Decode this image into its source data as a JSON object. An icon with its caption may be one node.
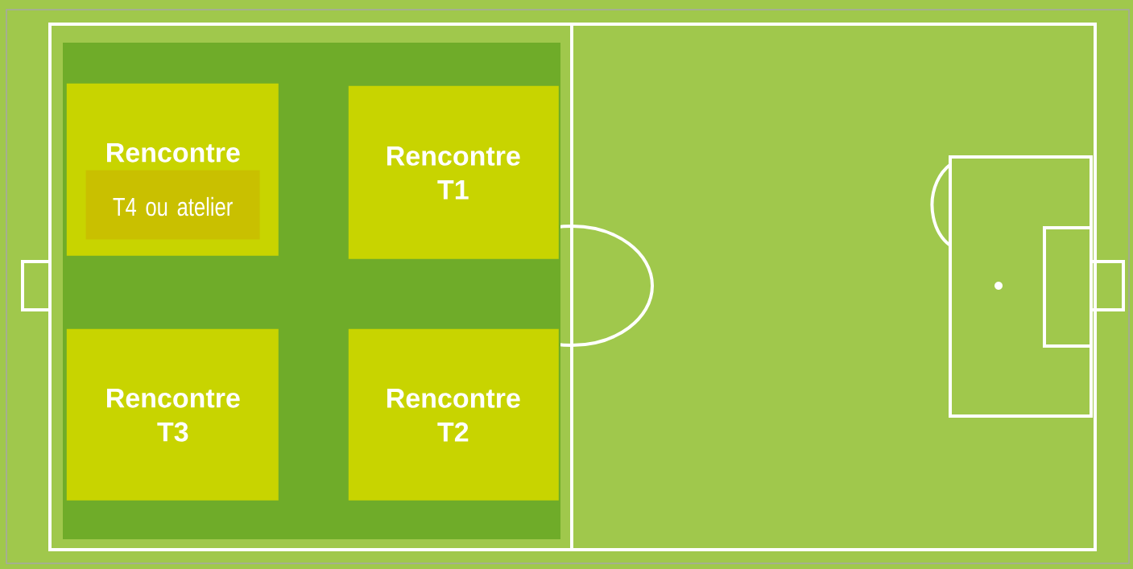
{
  "diagram": {
    "nodes": [
      {
        "text": [],
        "shape": "box"
      },
      {
        "text": [
          "Rencontre"
        ],
        "in": 0
      },
      {
        "text": [
          "T4 ou atelier"
        ],
        "in": 1
      },
      {
        "text": [
          "Rencontre T1"
        ],
        "in": 0
      },
      {
        "text": [
          "Rencontre T3"
        ],
        "in": 0
      },
      {
        "text": [
          "Rencontre T2"
        ],
        "in": 0
      }
    ]
  }
}
